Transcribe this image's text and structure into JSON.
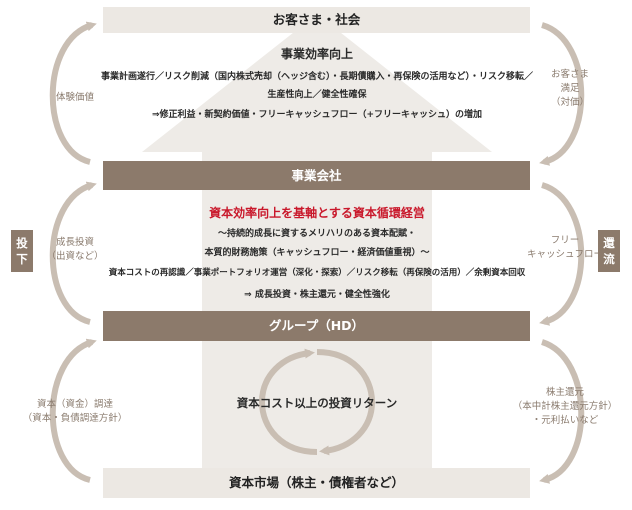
{
  "top_bar": "お客さま・社会",
  "company_bar": "事業会社",
  "group_bar": "グループ（HD）",
  "market_bar": "資本市場（株主・債権者など）",
  "section1": {
    "title": "事業効率向上",
    "line1": "事業計画遂行／リスク削減（国内株式売却（ヘッジ含む）・長期債購入・再保険の活用など）・リスク移転／",
    "line2": "生産性向上／健全性確保",
    "line3": "⇒修正利益・新契約価値・フリーキャッシュフロー（+フリーキャッシュ）の増加"
  },
  "section2": {
    "title": "資本効率向上を基軸とする資本循環経営",
    "line1": "～持続的成長に資するメリハリのある資本配賦・",
    "line2": "本質的財務施策（キャッシュフロー・経済価値重視）～",
    "line3": "資本コストの再認識／事業ポートフォリオ運営（深化・探索）／リスク移転（再保険の活用）／余剰資本回収",
    "line4": "⇒ 成長投資・株主還元・健全性強化"
  },
  "section3": {
    "title": "資本コスト以上の投資リターン"
  },
  "left_labels": {
    "experience": "体験価値",
    "growth_1": "成長投資",
    "growth_2": "（出資など）",
    "capital_1": "資本（資金）調達",
    "capital_2": "（資本・負債調達方針）"
  },
  "right_labels": {
    "satisfaction_1": "お客さま",
    "satisfaction_2": "満足",
    "satisfaction_3": "（対価）",
    "fcf_1": "フリー",
    "fcf_2": "キャッシュフロー",
    "return_1": "株主還元",
    "return_2": "（本中計株主還元方針）",
    "return_3": "・元利払いなど"
  },
  "tags": {
    "invest_1": "投",
    "invest_2": "下",
    "return_1": "還",
    "return_2": "流"
  },
  "colors": {
    "accent": "#8c7a6b",
    "light_bar": "#ece8e3",
    "arrow_body": "#eeebe7",
    "cycle": "#c9beb3",
    "title_red": "#c9182b"
  }
}
